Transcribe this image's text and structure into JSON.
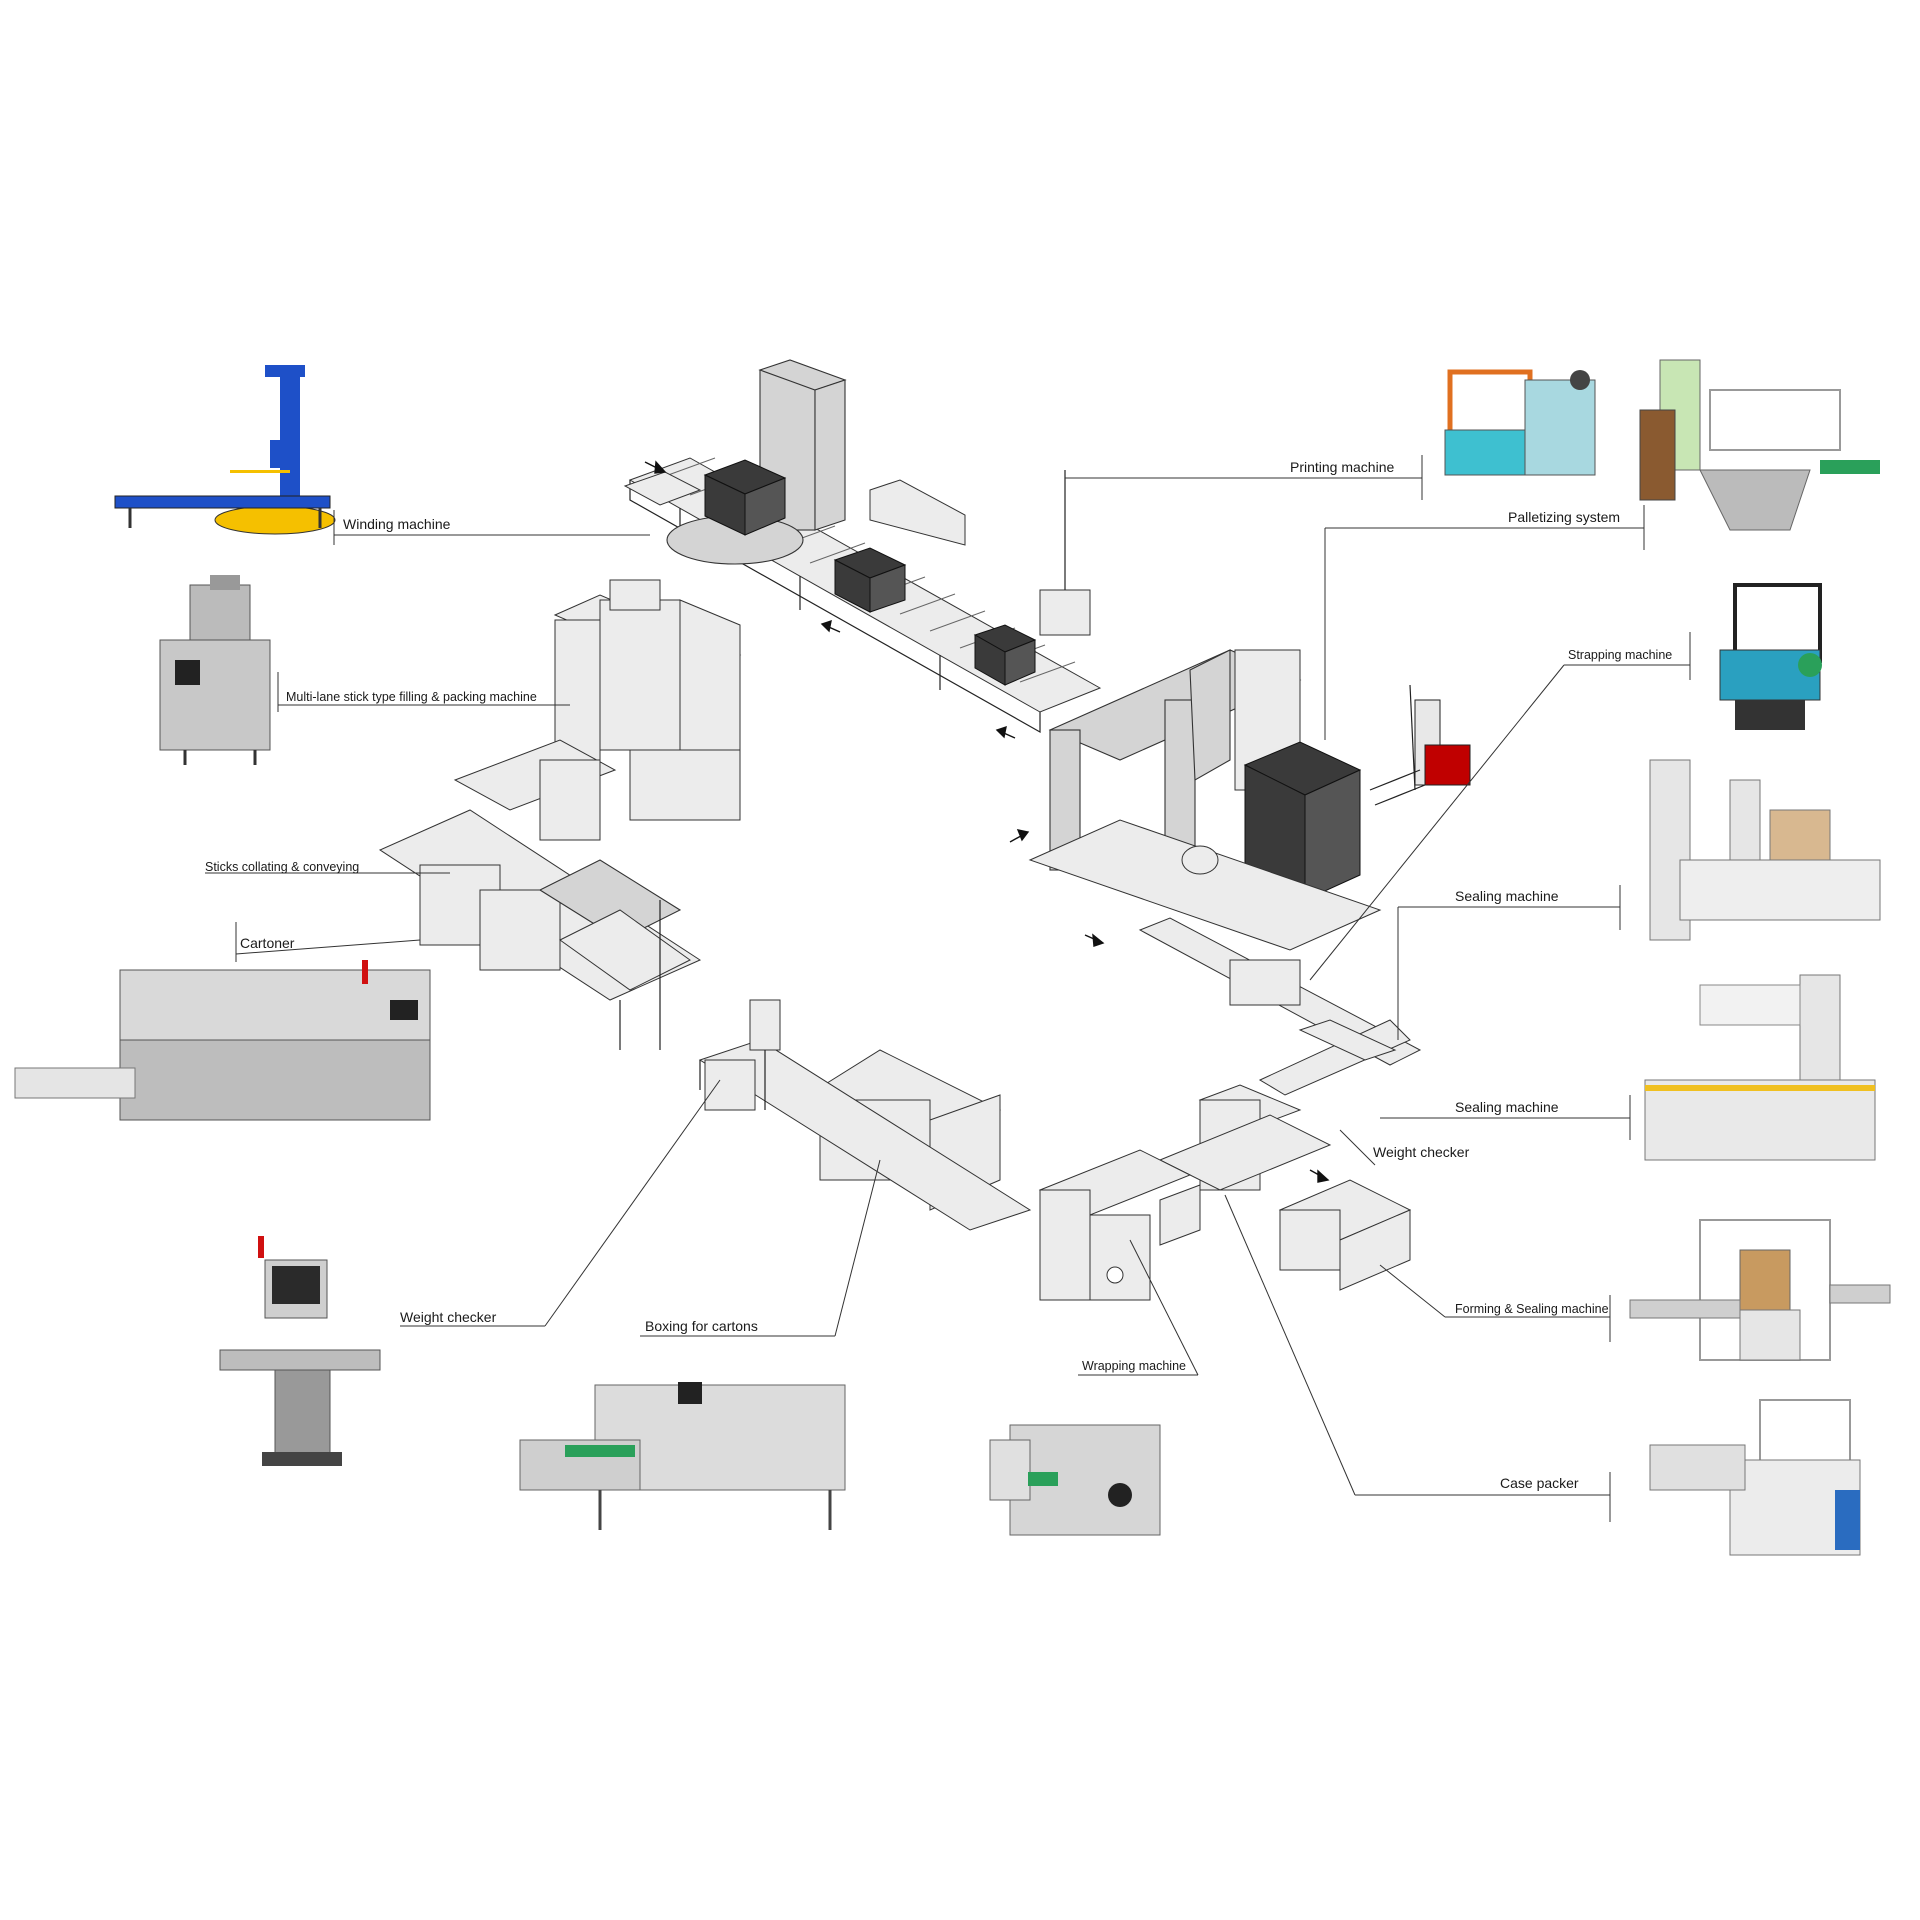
{
  "labels": {
    "winding": "Winding machine",
    "multilane": "Multi-lane stick type filling & packing machine",
    "sticks": "Sticks collating & conveying",
    "cartoner": "Cartoner",
    "weight_checker_left": "Weight checker",
    "boxing": "Boxing for cartons",
    "wrapping": "Wrapping machine",
    "printing": "Printing machine",
    "palletizing": "Palletizing system",
    "strapping": "Strapping machine",
    "sealing_1": "Sealing machine",
    "sealing_2": "Sealing machine",
    "weight_checker_right": "Weight checker",
    "forming_sealing": "Forming & Sealing machine",
    "case_packer": "Case packer"
  },
  "colors": {
    "winding_blue": "#1e50c8",
    "winding_yellow": "#f5c000",
    "strapping_teal": "#3ec0d0",
    "palletizer_green": "#c8e6b4",
    "pallet_brown": "#8a5a30",
    "forklift_red": "#d01010",
    "sealing_yellow": "#f0c020",
    "panel_green": "#2aa05a"
  }
}
